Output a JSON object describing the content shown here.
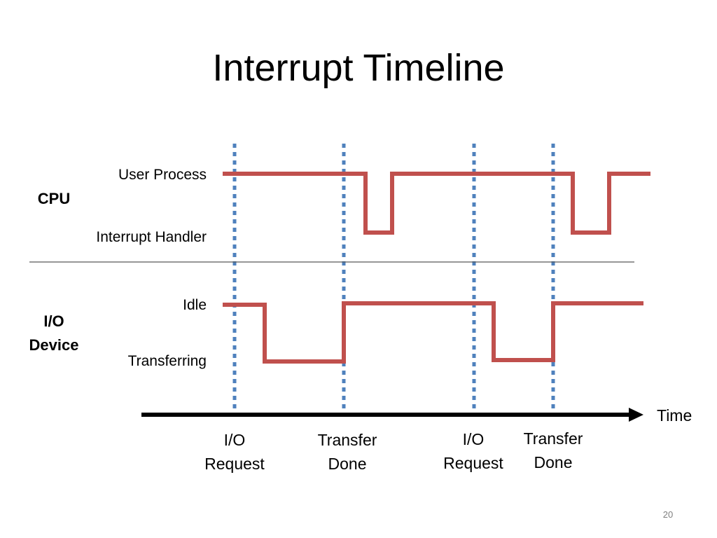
{
  "slide": {
    "title": "Interrupt Timeline",
    "page_number": "20"
  },
  "groups": {
    "cpu": {
      "label": "CPU",
      "states": [
        "User Process",
        "Interrupt Handler"
      ]
    },
    "io": {
      "label_line1": "I/O",
      "label_line2": "Device",
      "states": [
        "Idle",
        "Transferring"
      ]
    }
  },
  "axis": {
    "label": "Time"
  },
  "events": [
    {
      "line1": "I/O",
      "line2": "Request"
    },
    {
      "line1": "Transfer",
      "line2": "Done"
    },
    {
      "line1": "I/O",
      "line2": "Request"
    },
    {
      "line1": "Transfer",
      "line2": "Done"
    }
  ],
  "colors": {
    "signal": "#c0504d",
    "event_line": "#4f81bd",
    "axis": "#000000",
    "divider": "#595959"
  }
}
